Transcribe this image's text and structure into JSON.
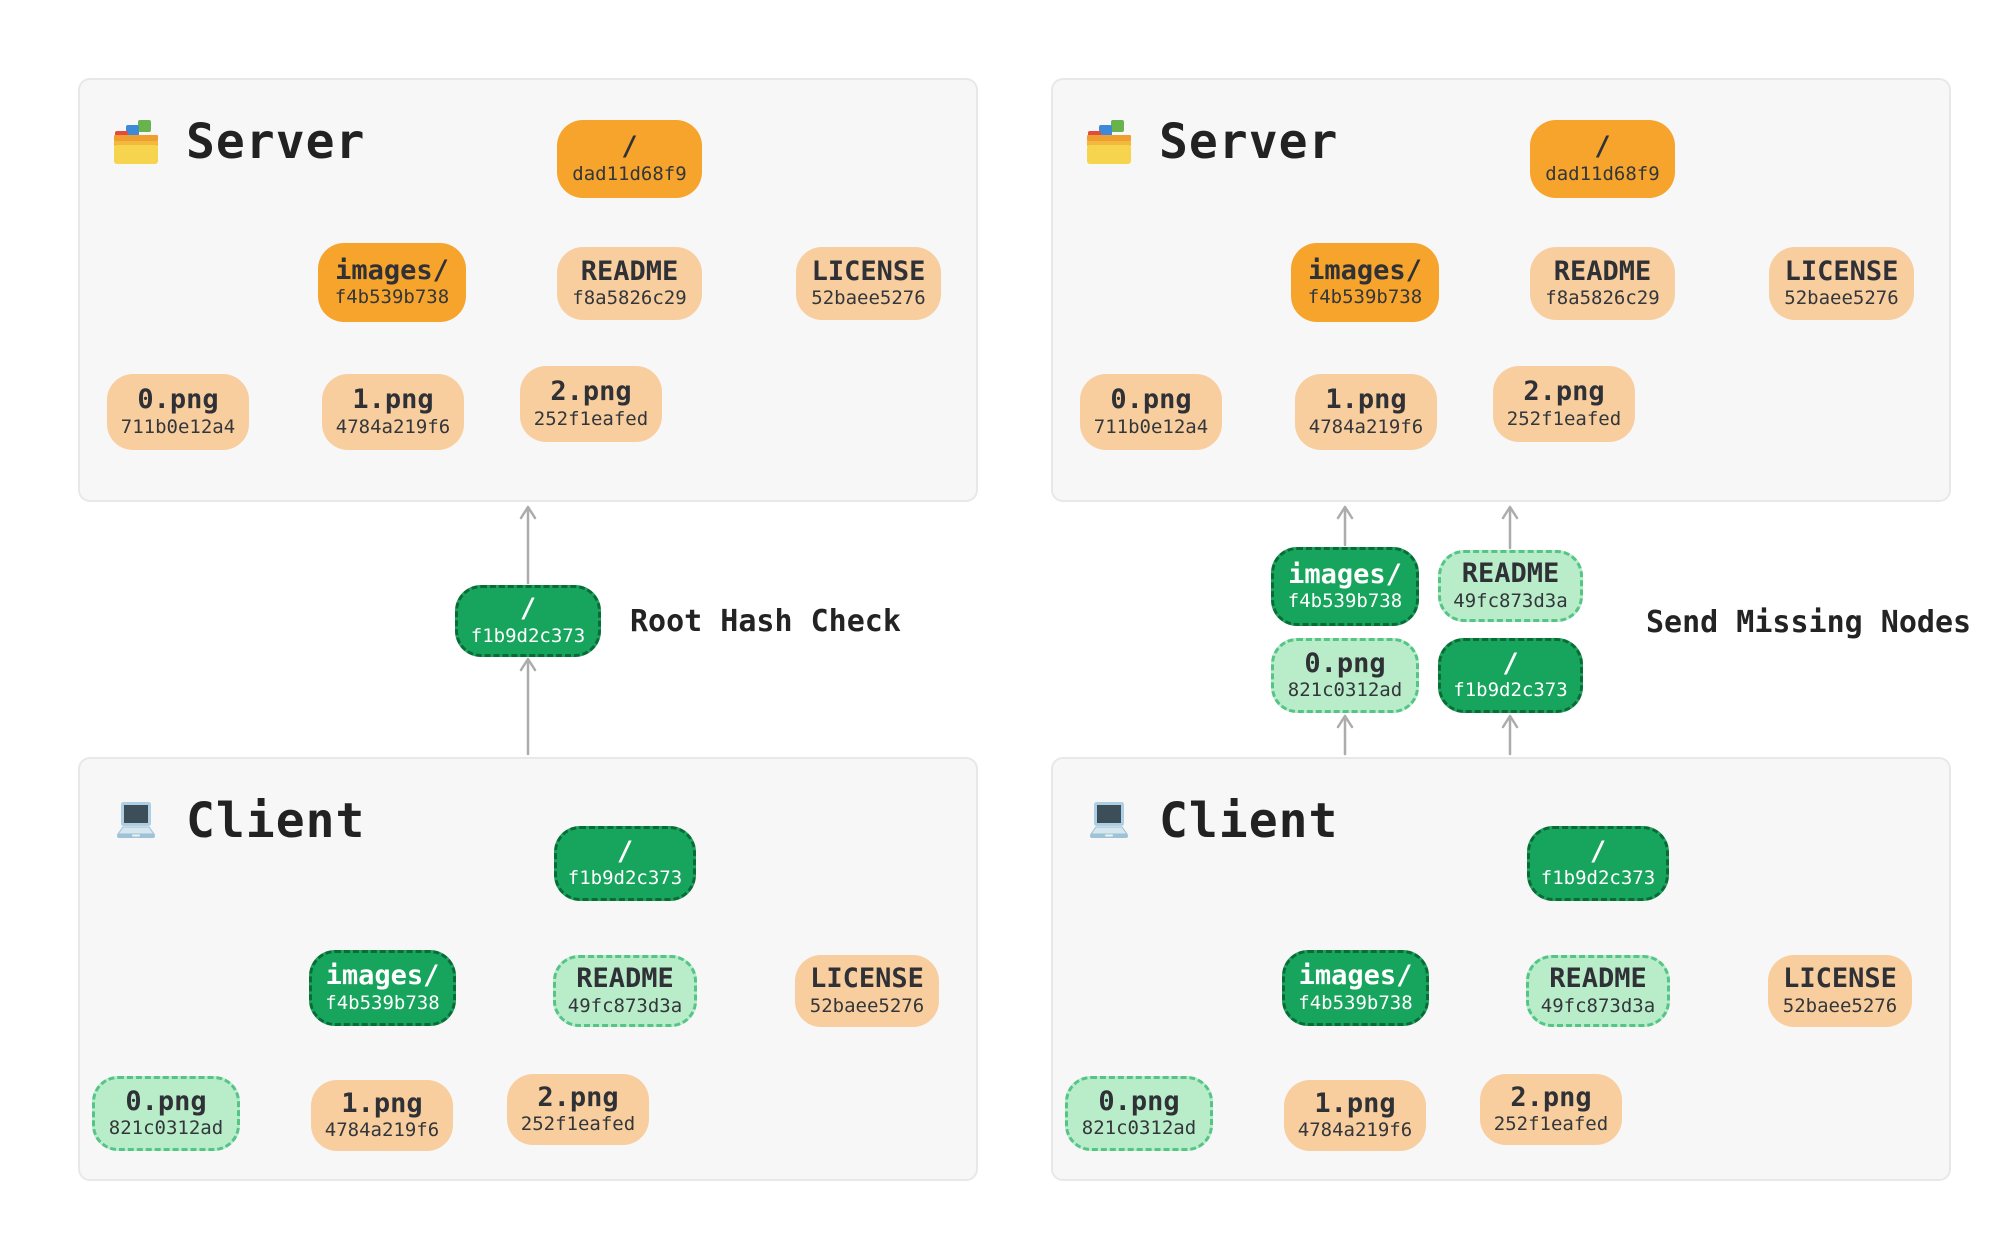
{
  "panels": {
    "server_title": "Server",
    "client_title": "Client"
  },
  "annotations": {
    "left": "Root Hash Check",
    "right": "Send Missing Nodes"
  },
  "server_tree": {
    "nodes": [
      {
        "name": "/",
        "hash": "dad11d68f9",
        "tone": "orange"
      },
      {
        "name": "images/",
        "hash": "f4b539b738",
        "tone": "orange"
      },
      {
        "name": "README",
        "hash": "f8a5826c29",
        "tone": "peach"
      },
      {
        "name": "LICENSE",
        "hash": "52baee5276",
        "tone": "peach"
      },
      {
        "name": "0.png",
        "hash": "711b0e12a4",
        "tone": "peach"
      },
      {
        "name": "1.png",
        "hash": "4784a219f6",
        "tone": "peach"
      },
      {
        "name": "2.png",
        "hash": "252f1eafed",
        "tone": "peach"
      }
    ]
  },
  "client_tree": {
    "nodes": [
      {
        "name": "/",
        "hash": "f1b9d2c373",
        "tone": "green"
      },
      {
        "name": "images/",
        "hash": "f4b539b738",
        "tone": "green"
      },
      {
        "name": "README",
        "hash": "49fc873d3a",
        "tone": "mint"
      },
      {
        "name": "LICENSE",
        "hash": "52baee5276",
        "tone": "peach"
      },
      {
        "name": "0.png",
        "hash": "821c0312ad",
        "tone": "mint"
      },
      {
        "name": "1.png",
        "hash": "4784a219f6",
        "tone": "peach"
      },
      {
        "name": "2.png",
        "hash": "252f1eafed",
        "tone": "peach"
      }
    ]
  },
  "transfer": {
    "left_node": {
      "name": "/",
      "hash": "f1b9d2c373",
      "tone": "green"
    },
    "right_nodes": [
      {
        "name": "images/",
        "hash": "f4b539b738",
        "tone": "green"
      },
      {
        "name": "README",
        "hash": "49fc873d3a",
        "tone": "mint"
      },
      {
        "name": "0.png",
        "hash": "821c0312ad",
        "tone": "mint"
      },
      {
        "name": "/",
        "hash": "f1b9d2c373",
        "tone": "green"
      }
    ]
  },
  "colors": {
    "orange": "#f6a42c",
    "peach": "#f8ce9e",
    "green": "#17a45c",
    "green_border": "#0a6b37",
    "mint": "#b9edc9",
    "mint_border": "#55c487",
    "arrow": "#acacac",
    "panel_bg": "#f7f7f8"
  }
}
